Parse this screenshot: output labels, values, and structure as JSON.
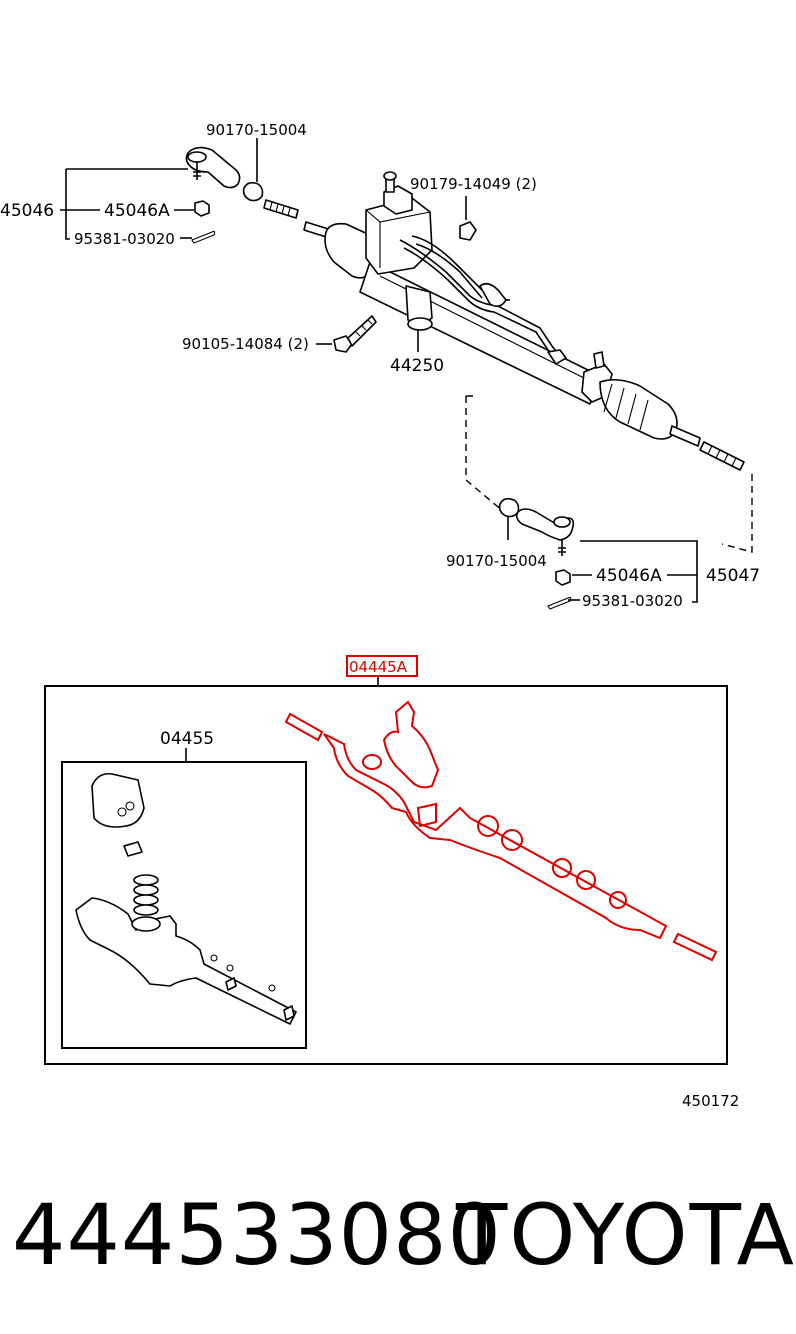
{
  "labels": {
    "tie_rod_end_left": "45046",
    "nut_left": "45046A",
    "cotter_pin_left": "95381-03020",
    "rack_end_nut_left": "90170-15004",
    "bolt_pair_top": "90179-14049 (2)",
    "bolt_pair_bottom": "90105-14084 (2)",
    "gear_assembly": "44250",
    "rack_end_nut_right": "90170-15004",
    "nut_right": "45046A",
    "tie_rod_end_right": "45047",
    "cotter_pin_right": "95381-03020",
    "housing_sub_assembly": "04445A",
    "gasket_kit": "04455",
    "figure_number": "450172"
  },
  "footer": {
    "part_number": "444533080",
    "brand": "TOYOTA"
  },
  "colors": {
    "highlight": "#e00000",
    "line": "#000000",
    "background": "#ffffff"
  }
}
